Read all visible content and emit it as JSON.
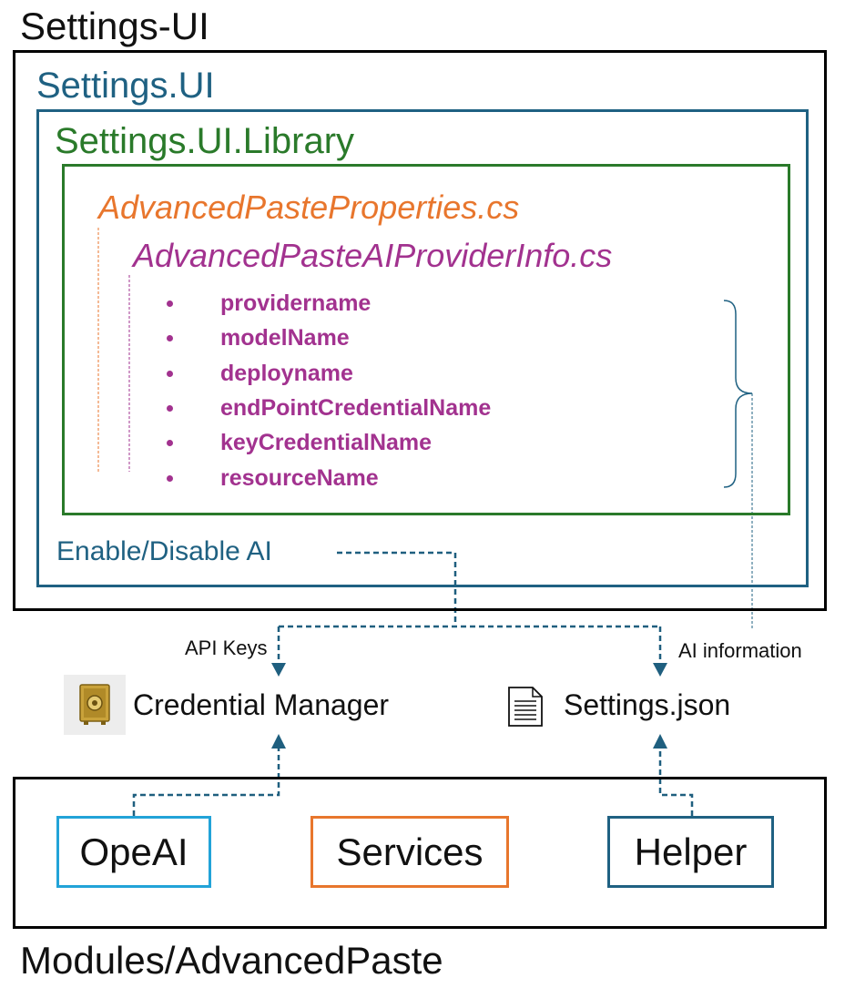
{
  "outer_title": "Settings-UI",
  "settings_ui_title": "Settings.UI",
  "library_title": "Settings.UI.Library",
  "properties_file": "AdvancedPasteProperties.cs",
  "provider_info_file": "AdvancedPasteAIProviderInfo.cs",
  "provider_fields": [
    "providername",
    "modelName",
    "deployname",
    "endPointCredentialName",
    "keyCredentialName",
    "resourceName"
  ],
  "enable_disable_label": "Enable/Disable AI",
  "api_keys_label": "API Keys",
  "ai_information_label": "AI information",
  "credential_manager_label": "Credential Manager",
  "settings_json_label": "Settings.json",
  "modules": {
    "openai": "OpeAI",
    "services": "Services",
    "helper": "Helper"
  },
  "bottom_title": "Modules/AdvancedPaste",
  "icons": {
    "credential_manager": "vault-icon",
    "settings_json": "document-icon"
  },
  "colors": {
    "outer_border": "#000000",
    "settings_ui": "#1f6182",
    "library": "#2a7a2a",
    "properties_file": "#e8762d",
    "provider_info": "#a2328f",
    "openai_border": "#22a3d8",
    "services_border": "#e8762d",
    "helper_border": "#1f6182",
    "connector": "#1f5f7f"
  }
}
